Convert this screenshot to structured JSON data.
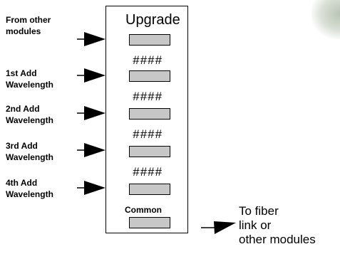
{
  "diagram": {
    "panel_title": "Upgrade",
    "inputs": [
      {
        "label": "From other\nmodules"
      },
      {
        "label": "1st Add\nWavelength"
      },
      {
        "label": "2nd Add\nWavelength"
      },
      {
        "label": "3rd Add\nWavelength"
      },
      {
        "label": "4th Add\nWavelength"
      }
    ],
    "wavelength_placeholders": [
      "####",
      "####",
      "####",
      "####"
    ],
    "common_label": "Common",
    "output_label": "To fiber\nlink or\nother modules"
  }
}
